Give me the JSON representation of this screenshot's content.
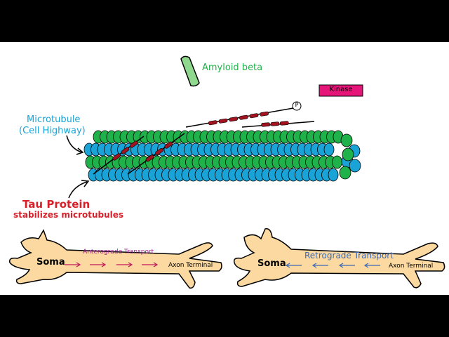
{
  "colors": {
    "green": "#1fb24a",
    "cyan": "#1aa3d6",
    "red": "#d6202a",
    "kinase": "#e6157a",
    "tau_bead": "#a3121f",
    "neuron_fill": "#fcd9a0",
    "purple": "#9b1c8a",
    "slate_blue": "#3d6ab5"
  },
  "labels": {
    "amyloid_beta": "Amyloid beta",
    "kinase": "Kinase",
    "phosphate": "P",
    "microtubule": "Microtubule",
    "cell_highway": "(Cell Highway)",
    "tau_protein": "Tau Protein",
    "tau_sub": "stabilizes microtubules"
  },
  "neurons": [
    {
      "soma": "Soma",
      "transport": "Anterograde Transport",
      "terminal": "Axon Terminal",
      "direction": "toward-terminal"
    },
    {
      "soma": "Soma",
      "transport": "Retrograde Transport",
      "terminal": "Axon Terminal",
      "direction": "toward-soma"
    }
  ]
}
